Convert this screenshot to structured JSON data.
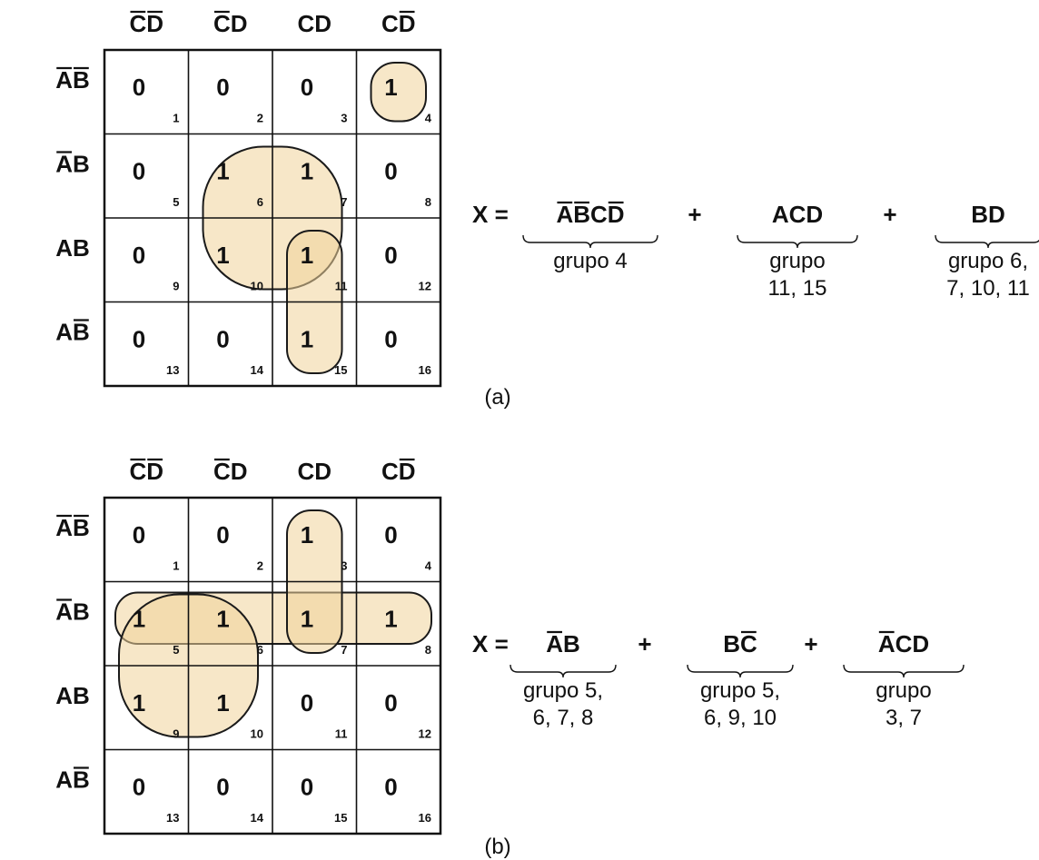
{
  "maps": [
    {
      "caption": "(a)",
      "col_headers": [
        {
          "text": "CD",
          "bars": [
            0,
            1
          ]
        },
        {
          "text": "CD",
          "bars": [
            0
          ]
        },
        {
          "text": "CD",
          "bars": []
        },
        {
          "text": "CD",
          "bars": [
            1
          ]
        }
      ],
      "row_headers": [
        {
          "text": "AB",
          "bars": [
            0,
            1
          ]
        },
        {
          "text": "AB",
          "bars": [
            0
          ]
        },
        {
          "text": "AB",
          "bars": []
        },
        {
          "text": "AB",
          "bars": [
            1
          ]
        }
      ],
      "cells": [
        [
          {
            "v": "0",
            "n": "1"
          },
          {
            "v": "0",
            "n": "2"
          },
          {
            "v": "0",
            "n": "3"
          },
          {
            "v": "1",
            "n": "4"
          }
        ],
        [
          {
            "v": "0",
            "n": "5"
          },
          {
            "v": "1",
            "n": "6"
          },
          {
            "v": "1",
            "n": "7"
          },
          {
            "v": "0",
            "n": "8"
          }
        ],
        [
          {
            "v": "0",
            "n": "9"
          },
          {
            "v": "1",
            "n": "10"
          },
          {
            "v": "1",
            "n": "11"
          },
          {
            "v": "0",
            "n": "12"
          }
        ],
        [
          {
            "v": "0",
            "n": "13"
          },
          {
            "v": "0",
            "n": "14"
          },
          {
            "v": "1",
            "n": "15"
          },
          {
            "v": "0",
            "n": "16"
          }
        ]
      ],
      "groups": [
        {
          "cells": [
            "4"
          ]
        },
        {
          "cells": [
            "6",
            "7",
            "10",
            "11"
          ]
        },
        {
          "cells": [
            "11",
            "15"
          ]
        }
      ],
      "equation": {
        "lhs": "X =",
        "terms": [
          {
            "text": "ABCD",
            "bars": [
              0,
              1,
              3
            ],
            "label": [
              "grupo 4"
            ]
          },
          {
            "text": "ACD",
            "bars": [],
            "label": [
              "grupo",
              "11, 15"
            ]
          },
          {
            "text": "BD",
            "bars": [],
            "label": [
              "grupo 6,",
              "7, 10, 11"
            ]
          }
        ],
        "op": "+"
      }
    },
    {
      "caption": "(b)",
      "col_headers": [
        {
          "text": "CD",
          "bars": [
            0,
            1
          ]
        },
        {
          "text": "CD",
          "bars": [
            0
          ]
        },
        {
          "text": "CD",
          "bars": []
        },
        {
          "text": "CD",
          "bars": [
            1
          ]
        }
      ],
      "row_headers": [
        {
          "text": "AB",
          "bars": [
            0,
            1
          ]
        },
        {
          "text": "AB",
          "bars": [
            0
          ]
        },
        {
          "text": "AB",
          "bars": []
        },
        {
          "text": "AB",
          "bars": [
            1
          ]
        }
      ],
      "cells": [
        [
          {
            "v": "0",
            "n": "1"
          },
          {
            "v": "0",
            "n": "2"
          },
          {
            "v": "1",
            "n": "3"
          },
          {
            "v": "0",
            "n": "4"
          }
        ],
        [
          {
            "v": "1",
            "n": "5"
          },
          {
            "v": "1",
            "n": "6"
          },
          {
            "v": "1",
            "n": "7"
          },
          {
            "v": "1",
            "n": "8"
          }
        ],
        [
          {
            "v": "1",
            "n": "9"
          },
          {
            "v": "1",
            "n": "10"
          },
          {
            "v": "0",
            "n": "11"
          },
          {
            "v": "0",
            "n": "12"
          }
        ],
        [
          {
            "v": "0",
            "n": "13"
          },
          {
            "v": "0",
            "n": "14"
          },
          {
            "v": "0",
            "n": "15"
          },
          {
            "v": "0",
            "n": "16"
          }
        ]
      ],
      "groups": [
        {
          "cells": [
            "5",
            "6",
            "7",
            "8"
          ]
        },
        {
          "cells": [
            "5",
            "6",
            "9",
            "10"
          ]
        },
        {
          "cells": [
            "3",
            "7"
          ]
        }
      ],
      "equation": {
        "lhs": "X =",
        "terms": [
          {
            "text": "AB",
            "bars": [
              0
            ],
            "label": [
              "grupo 5,",
              "6, 7, 8"
            ]
          },
          {
            "text": "BC",
            "bars": [
              1
            ],
            "label": [
              "grupo 5,",
              "6, 9, 10"
            ]
          },
          {
            "text": "ACD",
            "bars": [
              0
            ],
            "label": [
              "grupo",
              "3, 7"
            ]
          }
        ],
        "op": "+"
      }
    }
  ],
  "colors": {
    "group_fill": "#f0d39b",
    "group_opacity": 0.55,
    "group_stroke": "#1a1a1a",
    "grid": "#111111"
  }
}
